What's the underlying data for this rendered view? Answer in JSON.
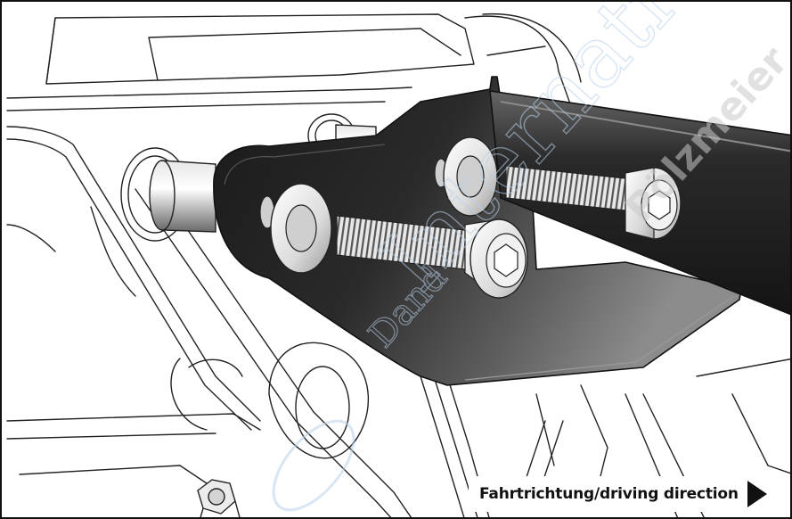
{
  "caption": {
    "text": "Fahrtrichtung/driving direction",
    "arrow_icon": "triangle-right-icon"
  },
  "watermark": {
    "line1": "International",
    "line2": "Pölzmeier",
    "mark": "Dand",
    "color": "#b9cfe8"
  },
  "colors": {
    "line": "#222222",
    "bracket_dark": "#1c1c1c",
    "bracket_light": "#8a8a8a",
    "metal_light": "#f4f4f4",
    "metal_mid": "#c7c7c7"
  }
}
